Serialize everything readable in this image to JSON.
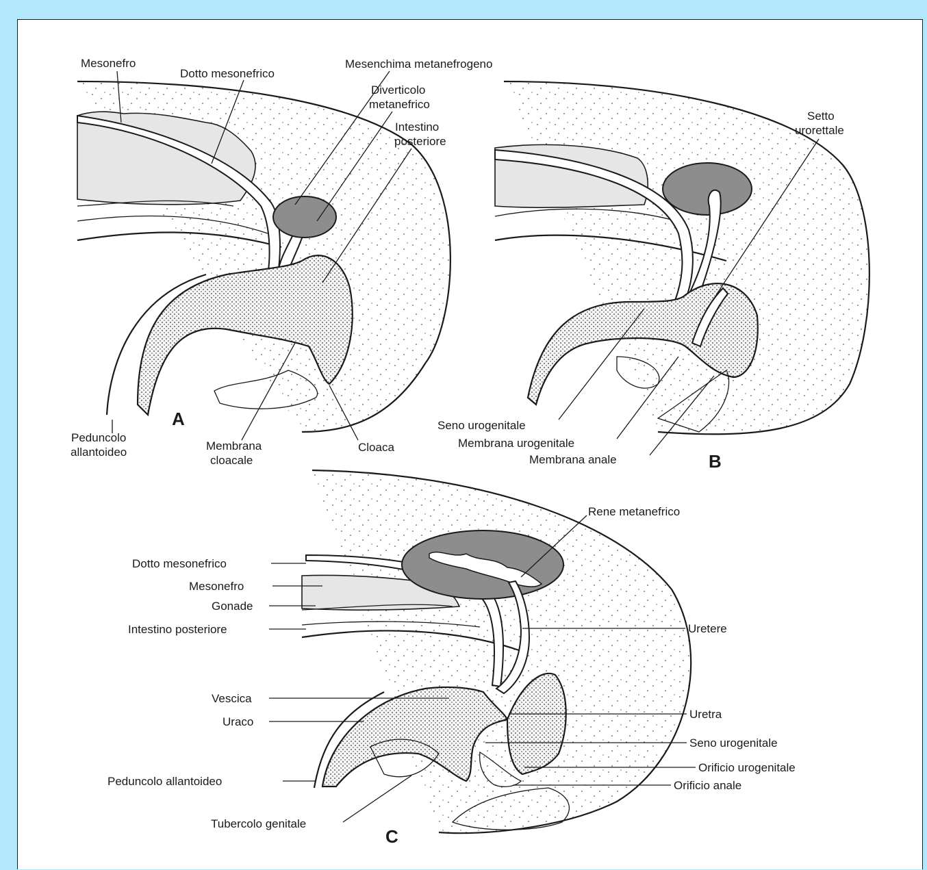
{
  "panels": {
    "A": {
      "letter": "A",
      "labels": {
        "mesonefro": "Mesonefro",
        "dotto_mesonefrico": "Dotto mesonefrico",
        "mesenchima_metanefrogeno": "Mesenchima metanefrogeno",
        "diverticolo_1": "Diverticolo",
        "diverticolo_2": "metanefrico",
        "intestino_1": "Intestino",
        "intestino_2": "posteriore",
        "peduncolo_1": "Peduncolo",
        "peduncolo_2": "allantoideo",
        "membrana_1": "Membrana",
        "membrana_2": "cloacale",
        "cloaca": "Cloaca"
      }
    },
    "B": {
      "letter": "B",
      "labels": {
        "setto_1": "Setto",
        "setto_2": "urorettale",
        "seno_urogenitale": "Seno urogenitale",
        "membrana_urogenitale": "Membrana urogenitale",
        "membrana_anale": "Membrana anale"
      }
    },
    "C": {
      "letter": "C",
      "labels": {
        "rene_metanefrico": "Rene metanefrico",
        "dotto_mesonefrico": "Dotto mesonefrico",
        "mesonefro": "Mesonefro",
        "gonade": "Gonade",
        "intestino_posteriore": "Intestino posteriore",
        "uretere": "Uretere",
        "vescica": "Vescica",
        "uraco": "Uraco",
        "uretra": "Uretra",
        "seno_urogenitale": "Seno urogenitale",
        "orificio_urogenitale": "Orificio urogenitale",
        "orificio_anale": "Orificio anale",
        "peduncolo_allantoideo": "Peduncolo allantoideo",
        "tubercolo_genitale": "Tubercolo genitale"
      }
    }
  },
  "colors": {
    "background": "#b3e7fb",
    "kidney": "#8d8d8d",
    "mesonephros": "#e6e6e6"
  }
}
